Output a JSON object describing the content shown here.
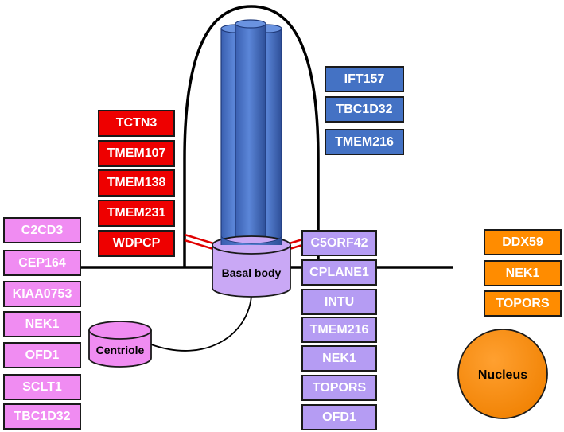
{
  "colors": {
    "red": "#ee0000",
    "blue": "#4472c4",
    "pink": "#f08cf2",
    "lilac": "#b59cf3",
    "orange": "#ff8c00",
    "outline": "#1a1a1a"
  },
  "structures": {
    "basal_body": "Basal body",
    "centriole": "Centriole",
    "nucleus": "Nucleus"
  },
  "groups": {
    "red": [
      "TCTN3",
      "TMEM107",
      "TMEM138",
      "TMEM231",
      "WDPCP"
    ],
    "blue": [
      "IFT157",
      "TBC1D32",
      "TMEM216"
    ],
    "pink": [
      "C2CD3",
      "CEP164",
      "KIAA0753",
      "NEK1",
      "OFD1",
      "SCLT1",
      "TBC1D32"
    ],
    "lilac": [
      "C5ORF42",
      "CPLANE1",
      "INTU",
      "TMEM216",
      "NEK1",
      "TOPORS",
      "OFD1"
    ],
    "orange": [
      "DDX59",
      "NEK1",
      "TOPORS"
    ]
  }
}
